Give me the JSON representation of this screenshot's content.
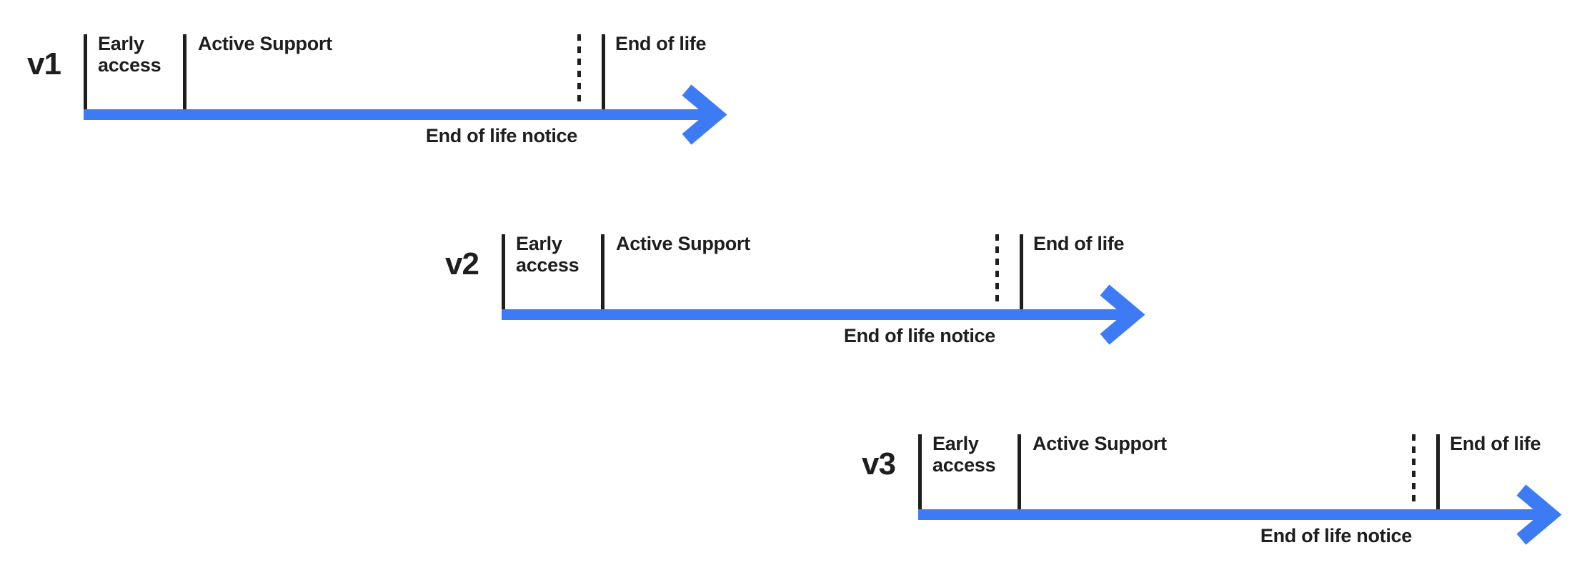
{
  "colors": {
    "ink": "#1e1e1e",
    "arrow_blue": "#3d7bf5",
    "background": "#ffffff"
  },
  "timelines": [
    {
      "version": "v1",
      "labels": {
        "early_access": "Early access",
        "active_support": "Active Support",
        "end_of_life": "End of life",
        "end_of_life_notice": "End of life notice"
      }
    },
    {
      "version": "v2",
      "labels": {
        "early_access": "Early access",
        "active_support": "Active Support",
        "end_of_life": "End of life",
        "end_of_life_notice": "End of life notice"
      }
    },
    {
      "version": "v3",
      "labels": {
        "early_access": "Early access",
        "active_support": "Active Support",
        "end_of_life": "End of life",
        "end_of_life_notice": "End of life notice"
      }
    }
  ]
}
